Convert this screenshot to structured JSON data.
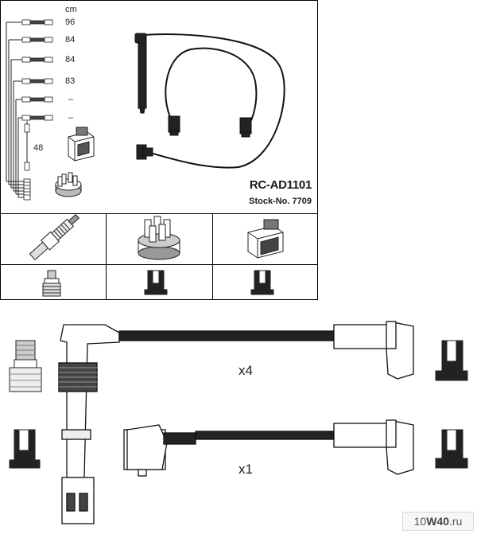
{
  "header": {
    "unit_label": "cm"
  },
  "wire_lengths": [
    "96",
    "84",
    "84",
    "83",
    "–",
    "–"
  ],
  "coil_wire_length": "48",
  "product": {
    "part_number": "RC-AD1101",
    "stock_number": "Stock-No. 7709"
  },
  "detail": {
    "quantity_top": "x4",
    "quantity_bottom": "x1"
  },
  "watermark": {
    "brand_a": "10",
    "brand_b": "W40",
    "brand_c": ".ru"
  }
}
